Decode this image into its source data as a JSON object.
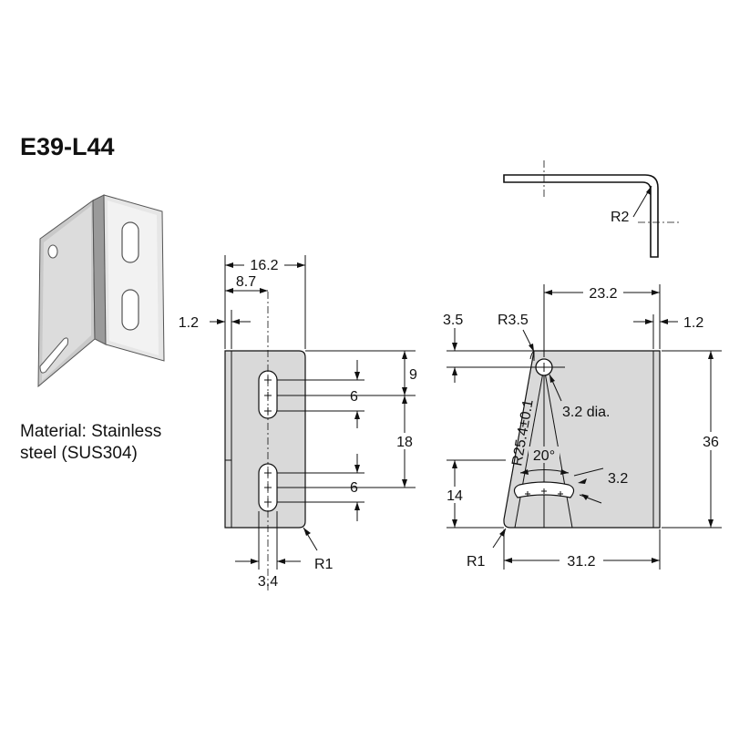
{
  "title": "E39-L44",
  "material": {
    "line1": "Material: Stainless",
    "line2": "steel (SUS304)"
  },
  "side_view": {
    "dim_width": "16.2",
    "dim_slot_offset": "8.7",
    "dim_thickness": "1.2",
    "dim_top_to_hole": "9",
    "dim_slot_width_top": "6",
    "dim_hole_pitch": "18",
    "dim_slot_width_bottom": "6",
    "dim_slot_gap": "3.4",
    "dim_corner_radius": "R1"
  },
  "front_view": {
    "dim_width_top": "23.2",
    "dim_thickness": "1.2",
    "dim_hole_offset": "3.5",
    "dim_corner_radius_top": "R3.5",
    "dim_hole_diameter": "3.2 dia.",
    "dim_arc_radius": "R25.4±0.1",
    "dim_angle": "20°",
    "dim_arc_slot_width": "3.2",
    "dim_height": "36",
    "dim_slot_height": "14",
    "dim_corner_radius_bottom": "R1",
    "dim_width_bottom": "31.2"
  },
  "top_view": {
    "dim_bend_radius": "R2"
  }
}
